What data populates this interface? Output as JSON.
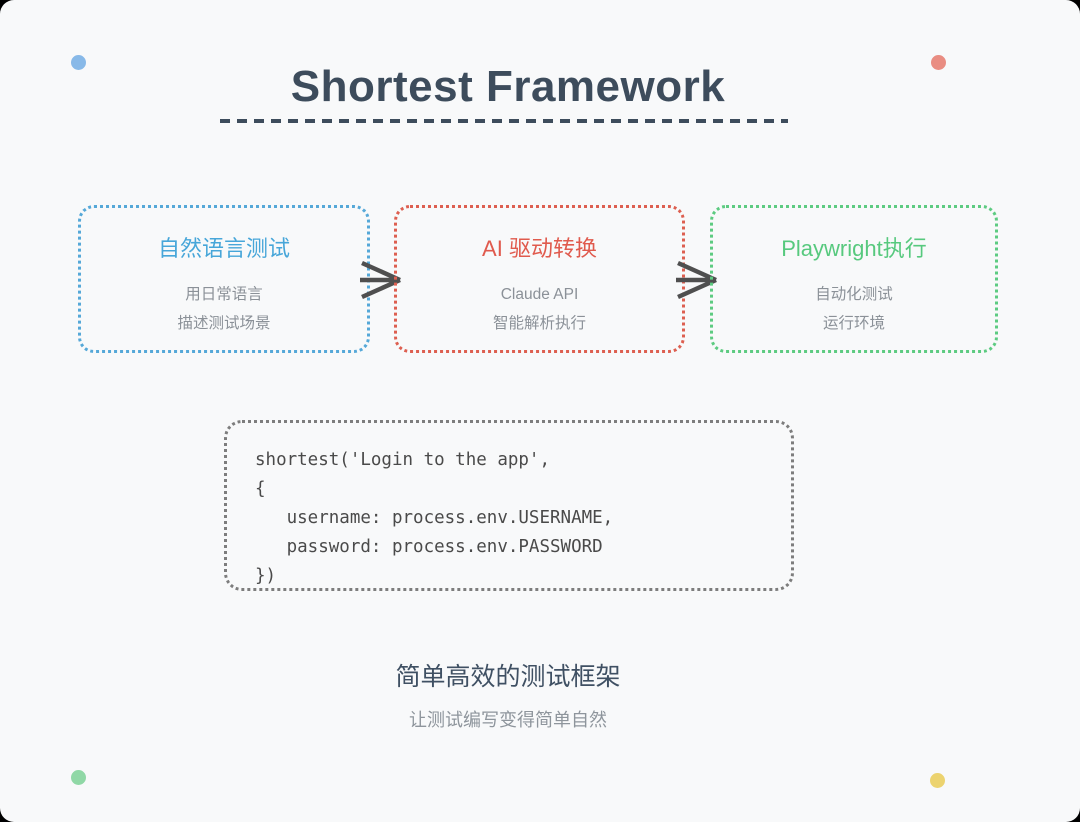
{
  "header": {
    "title": "Shortest Framework"
  },
  "flow": {
    "steps": [
      {
        "title": "自然语言测试",
        "lines": [
          "用日常语言",
          "描述测试场景"
        ],
        "accent_color": "#47a6d9"
      },
      {
        "title": "AI 驱动转换",
        "lines": [
          "Claude API",
          "智能解析执行"
        ],
        "accent_color": "#e05a4d"
      },
      {
        "title": "Playwright执行",
        "lines": [
          "自动化测试",
          "运行环境"
        ],
        "accent_color": "#57c97e"
      }
    ],
    "arrow_color": "#4f4f4f"
  },
  "code": {
    "content": "shortest('Login to the app',\n{\n   username: process.env.USERNAME,\n   password: process.env.PASSWORD\n})"
  },
  "footer": {
    "heading": "简单高效的测试框架",
    "subheading": "让测试编写变得简单自然"
  },
  "decor": {
    "dots": [
      {
        "position": "top-left",
        "color": "#88b9e8"
      },
      {
        "position": "top-right",
        "color": "#e98d82"
      },
      {
        "position": "bottom-left",
        "color": "#90d8a6"
      },
      {
        "position": "bottom-right",
        "color": "#ecd36f"
      }
    ],
    "background_color": "#f8f9fa",
    "title_color": "#3d4c5c"
  }
}
